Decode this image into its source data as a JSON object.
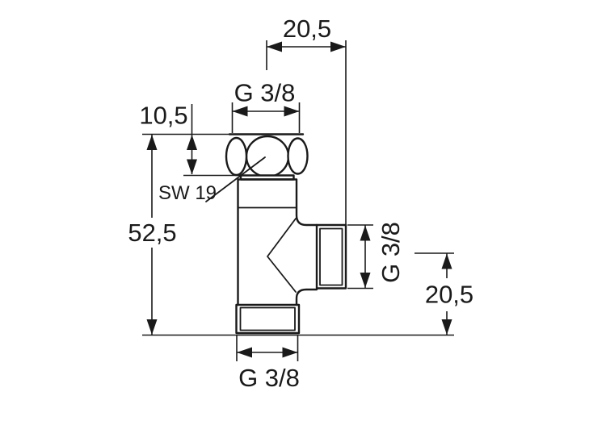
{
  "drawing": {
    "background_color": "#ffffff",
    "line_color": "#1a1a1a",
    "labels": {
      "top_width": "20,5",
      "top_thread": "G 3/8",
      "nut_height": "10,5",
      "wrench_size": "SW 19",
      "overall_height": "52,5",
      "side_thread": "G 3/8",
      "side_offset": "20,5",
      "bottom_thread": "G 3/8"
    }
  }
}
